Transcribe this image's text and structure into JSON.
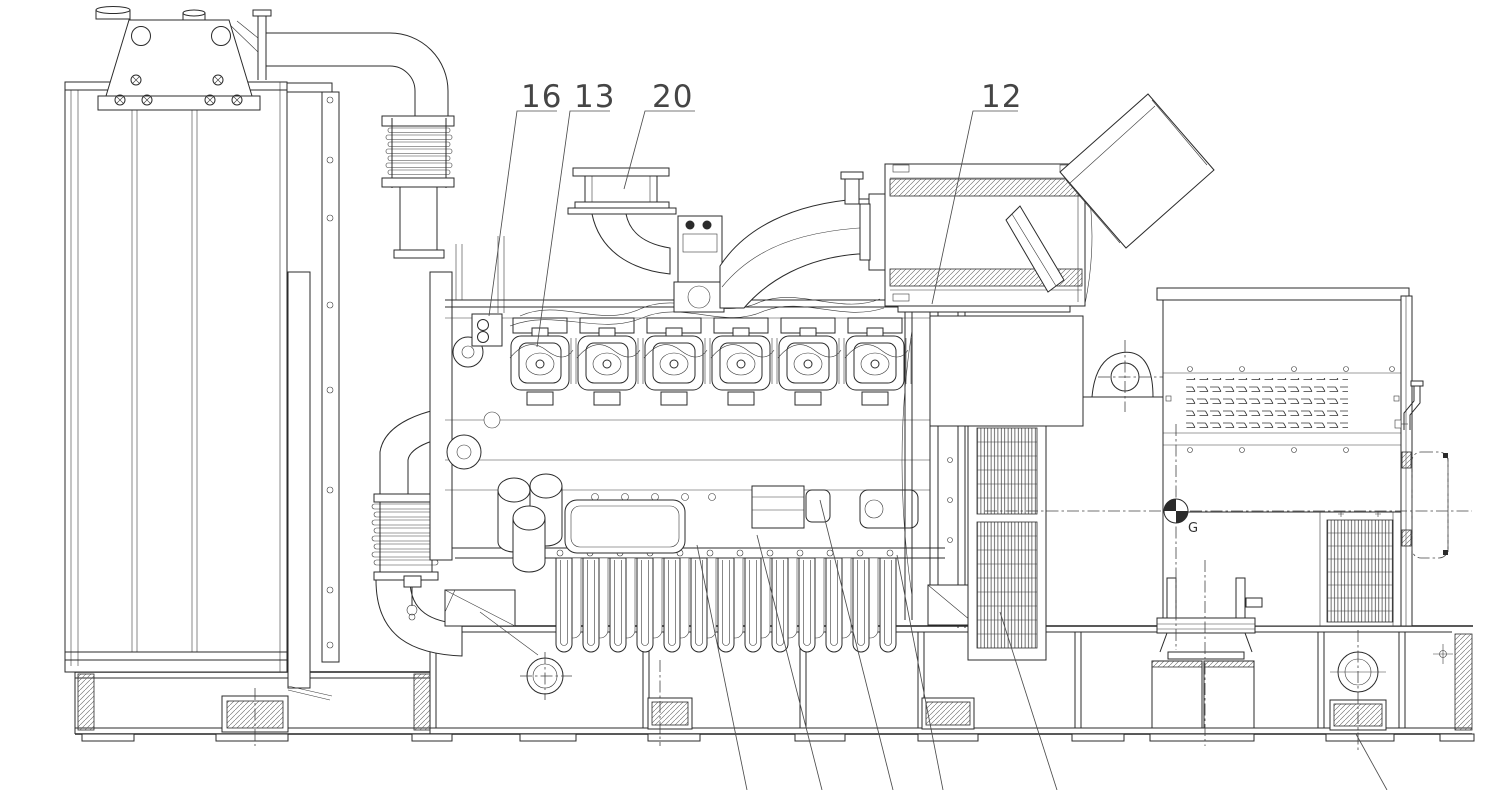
{
  "drawing": {
    "background_color": "#ffffff",
    "line_color": "#2b2b2b",
    "callouts": [
      {
        "label": "16"
      },
      {
        "label": "13"
      },
      {
        "label": "20"
      },
      {
        "label": "12"
      }
    ],
    "symbols": {
      "center_of_gravity_label": "G"
    }
  }
}
